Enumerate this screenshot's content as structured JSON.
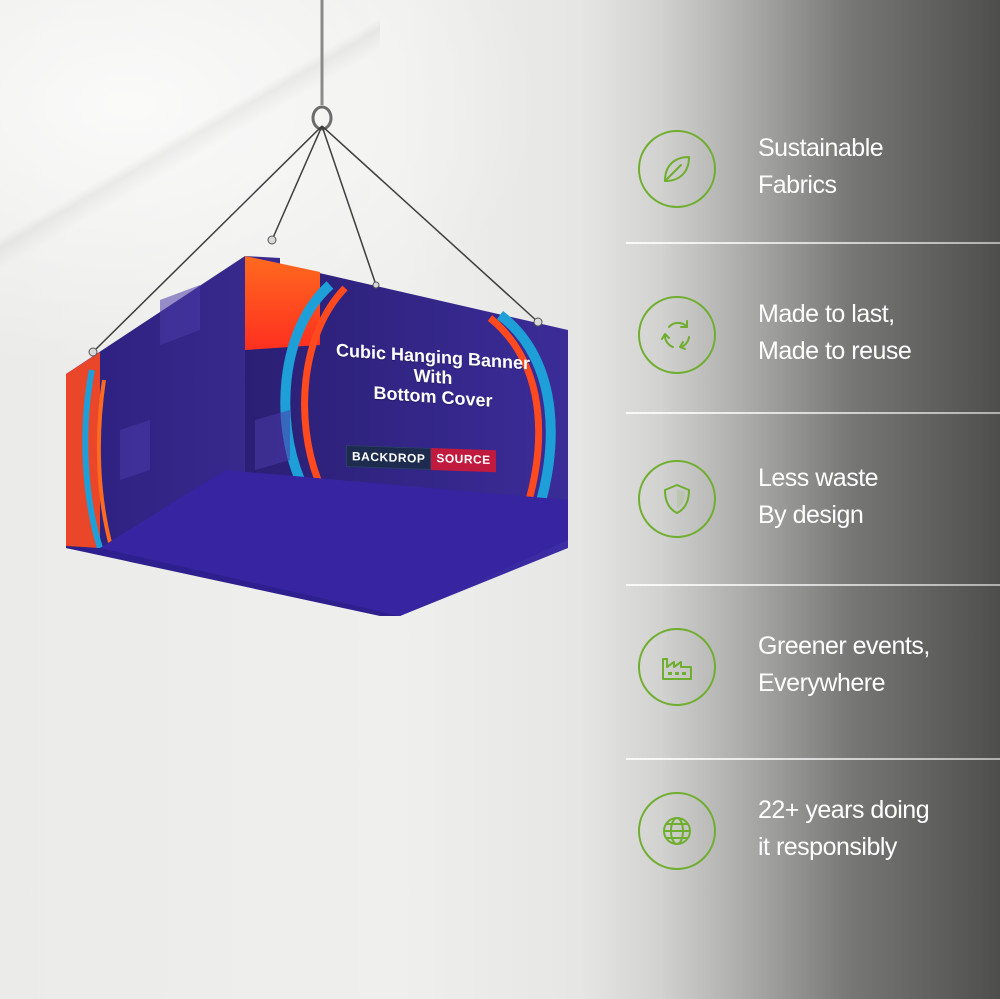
{
  "product": {
    "banner_title_lines": [
      "Cubic Hanging Banner",
      "With",
      "Bottom Cover"
    ],
    "brand_part1": "BACKDROP",
    "brand_part2": "SOURCE",
    "banner_color": "#3a2a8f",
    "accent_colors": [
      "#ff4a1f",
      "#1e9fd8",
      "#c01a3f"
    ]
  },
  "features": [
    {
      "icon": "leaf-icon",
      "lines": [
        "Sustainable",
        "Fabrics"
      ]
    },
    {
      "icon": "recycle-icon",
      "lines": [
        "Made to last,",
        "Made to reuse"
      ]
    },
    {
      "icon": "shield-icon",
      "lines": [
        "Less waste",
        "By design"
      ]
    },
    {
      "icon": "factory-icon",
      "lines": [
        "Greener events,",
        "Everywhere"
      ]
    },
    {
      "icon": "globe-icon",
      "lines": [
        "22+ years doing",
        "it responsibly"
      ]
    }
  ],
  "icon_color": "#6fae2f"
}
